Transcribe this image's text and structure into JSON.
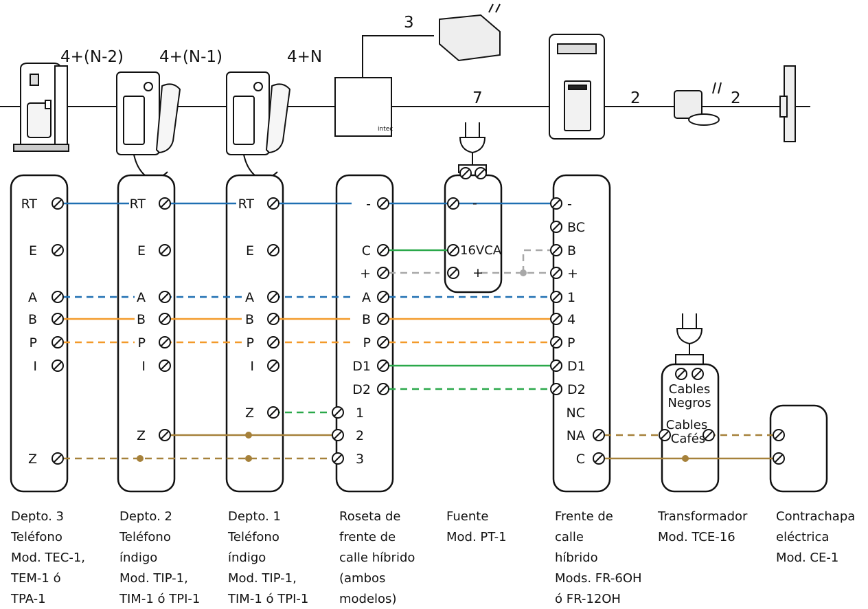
{
  "top_labels": {
    "tec_count": "4+(N-2)",
    "tip2_count": "4+(N-1)",
    "tip1_count": "4+N",
    "psu_count": "3",
    "rosette_count": "7",
    "lock_count_a": "2",
    "lock_count_b": "2"
  },
  "devices": {
    "depto3": {
      "terminals": [
        "RT",
        "E",
        "A",
        "B",
        "P",
        "I",
        "Z"
      ],
      "caption": [
        "Depto. 3",
        "Teléfono",
        "Mod. TEC-1,",
        "TEM-1 ó",
        "TPA-1"
      ]
    },
    "depto2": {
      "terminals": [
        "RT",
        "E",
        "A",
        "B",
        "P",
        "I",
        "Z"
      ],
      "caption": [
        "Depto. 2",
        "Teléfono",
        "índigo",
        "Mod. TIP-1,",
        "TIM-1 ó TPI-1"
      ]
    },
    "depto1": {
      "terminals": [
        "RT",
        "E",
        "A",
        "B",
        "P",
        "I",
        "Z"
      ],
      "caption": [
        "Depto. 1",
        "Teléfono",
        "índigo",
        "Mod. TIP-1,",
        "TIM-1 ó TPI-1"
      ]
    },
    "roseta": {
      "terminals": [
        "-",
        "C",
        "+",
        "A",
        "B",
        "P",
        "D1",
        "D2",
        "1",
        "2",
        "3"
      ],
      "caption": [
        "Roseta de",
        "frente de",
        "calle híbrido",
        "(ambos",
        "modelos)"
      ]
    },
    "fuente": {
      "terminals": [
        "-",
        "16VCA",
        "+"
      ],
      "caption": [
        "Fuente",
        "Mod. PT-1"
      ]
    },
    "frente": {
      "terminals": [
        "-",
        "BC",
        "B",
        "+",
        "1",
        "4",
        "P",
        "D1",
        "D2",
        "NC",
        "NA",
        "C"
      ],
      "caption": [
        "Frente de",
        "calle",
        "híbrido",
        "Mods. FR-6OH",
        "ó FR-12OH"
      ]
    },
    "transformador": {
      "terminals": [
        "Cables",
        "Negros",
        "Cables",
        "Cafés"
      ],
      "caption": [
        "Transformador",
        "Mod. TCE-16"
      ]
    },
    "contrachapa": {
      "caption": [
        "Contrachapa",
        "eléctrica",
        "Mod. CE-1"
      ]
    }
  },
  "colors": {
    "blue": "#1f6fb2",
    "orange": "#f39a2a",
    "green": "#2aa84a",
    "gray": "#a8a8a8",
    "brown": "#a6813a",
    "outline": "#111111"
  }
}
